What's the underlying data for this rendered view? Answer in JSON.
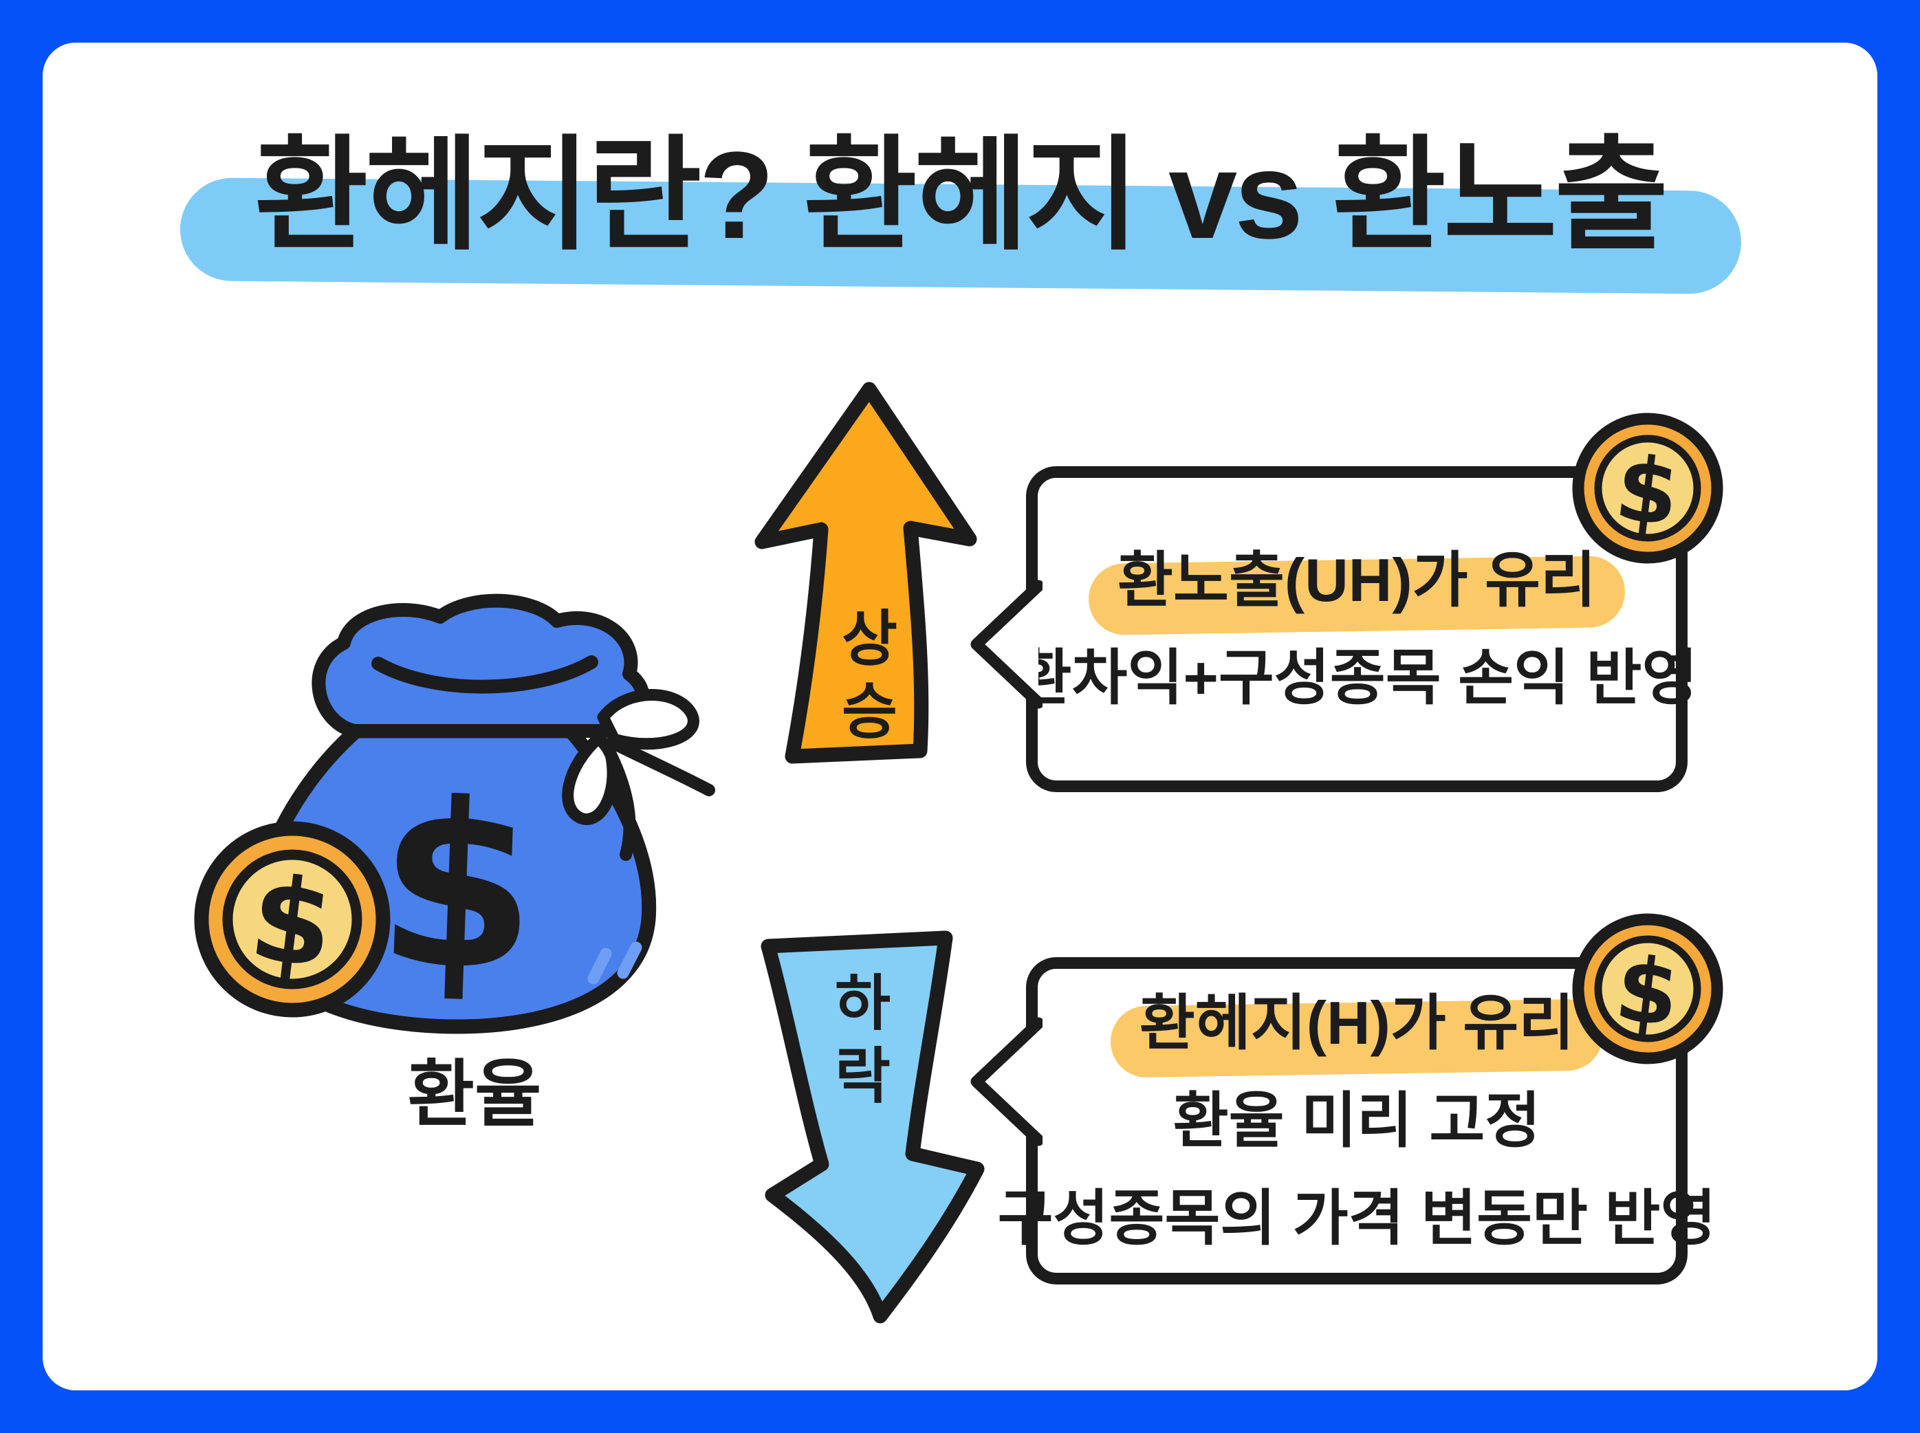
{
  "frame": {
    "border_color": "#0551FA",
    "panel_color": "#FFFFFF",
    "outline_color": "#1C1C1C"
  },
  "title": {
    "text": "환헤지란? 환헤지 vs 환노출",
    "highlight_color": "#7ECBF8"
  },
  "exchange_rate": {
    "label": "환율",
    "bag_color": "#4A80EC",
    "bag_symbol": "$",
    "shine_color": "#6E9FF5",
    "coin": {
      "ring_color": "#F5A93B",
      "face_color": "#F7D77D",
      "symbol": "$"
    }
  },
  "arrows": {
    "up": {
      "label": "상승",
      "color": "#FBA81C"
    },
    "down": {
      "label": "하락",
      "color": "#85CEF6"
    }
  },
  "bubbles": [
    {
      "name": "currency-exposure",
      "highlighted_title": "환노출(UH)가 유리",
      "lines": [
        "환차익+구성종목 손익 반영"
      ],
      "highlight_color": "#FBC968",
      "coin": {
        "ring_color": "#F5A93B",
        "face_color": "#F7D77D",
        "symbol": "$"
      }
    },
    {
      "name": "currency-hedge",
      "highlighted_title": "환헤지(H)가 유리",
      "lines": [
        "환율 미리 고정",
        "구성종목의 가격 변동만 반영"
      ],
      "highlight_color": "#FBC968",
      "coin": {
        "ring_color": "#F5A93B",
        "face_color": "#F7D77D",
        "symbol": "$"
      }
    }
  ]
}
